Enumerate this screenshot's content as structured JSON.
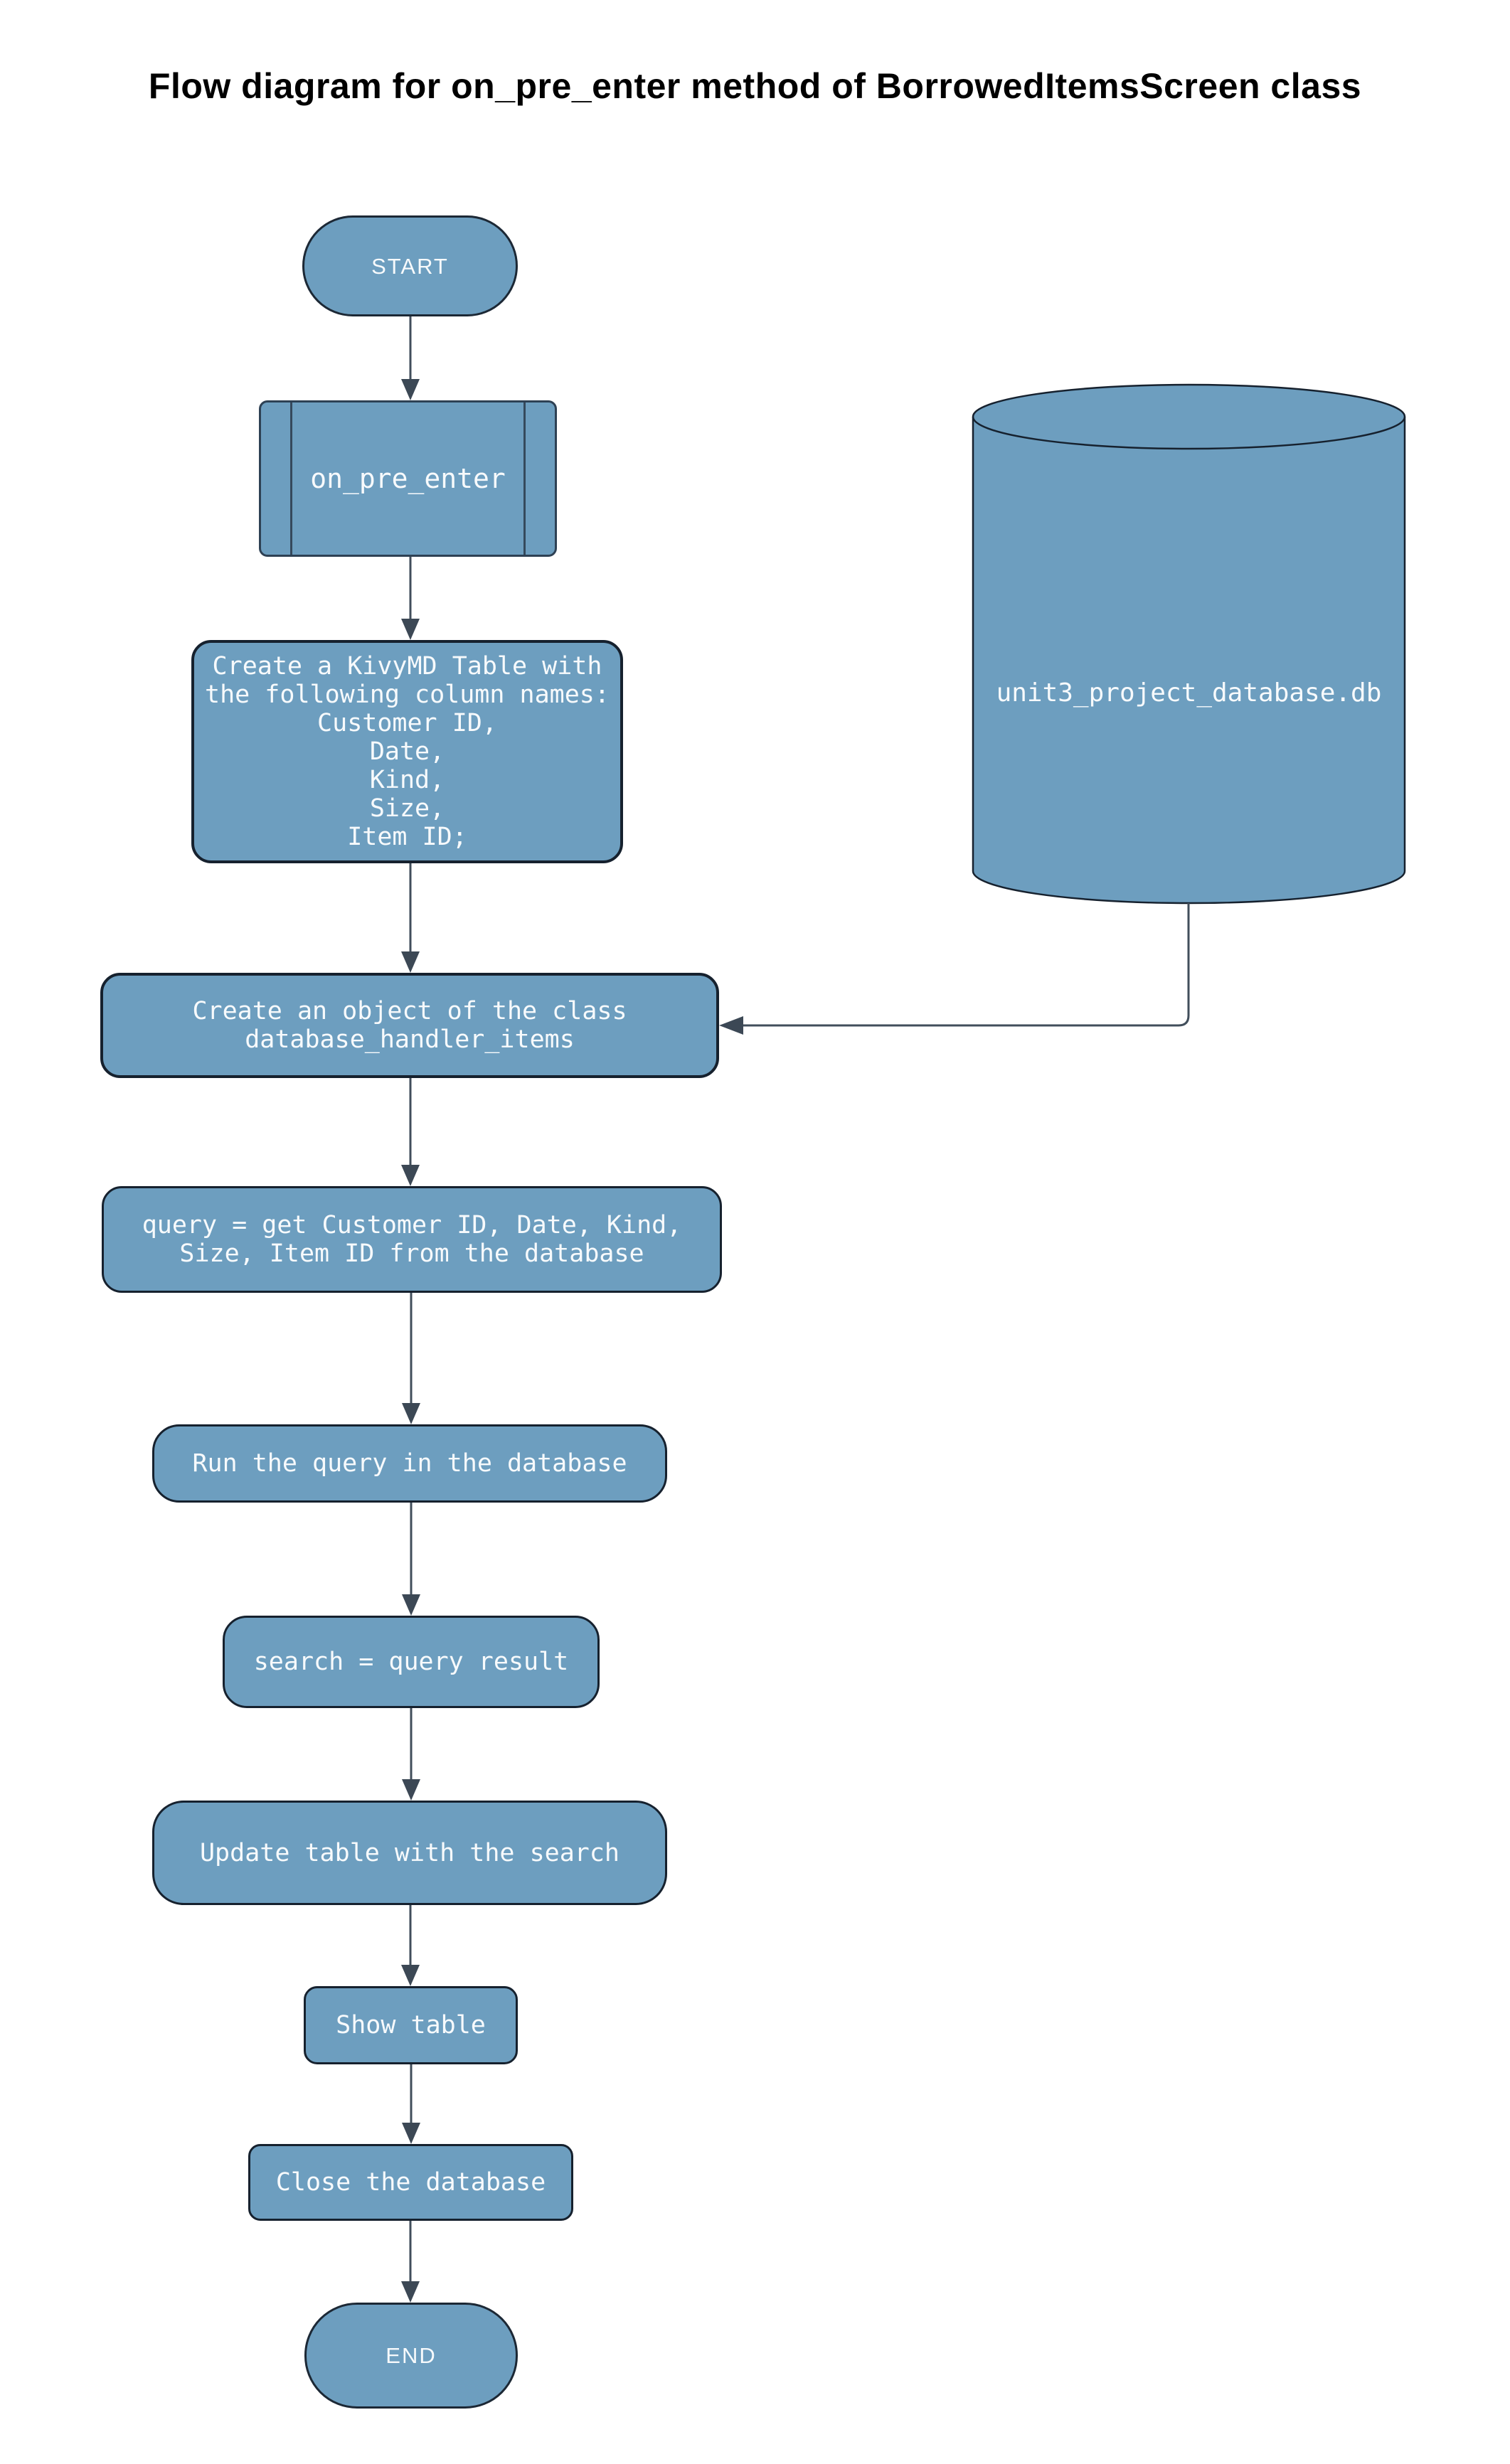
{
  "title": "Flow diagram for on_pre_enter method of BorrowedItemsScreen class",
  "colors": {
    "node_fill": "#6d9ebf",
    "process_border": "#16212e",
    "terminator_border": "#1c2835",
    "subroutine_border": "#2e4154",
    "arrow_line": "#414e5b",
    "arrow_head": "#3c4855",
    "node_text": "#f7fafc",
    "title_text": "#000000",
    "background": "#ffffff"
  },
  "nodes": {
    "start": {
      "type": "terminator",
      "label": "START"
    },
    "on_pre_enter": {
      "type": "subroutine",
      "label": "on_pre_enter"
    },
    "create_table": {
      "type": "process",
      "label": "Create a KivyMD Table with\nthe following column names:\nCustomer ID,\nDate,\nKind,\nSize,\nItem ID;"
    },
    "database": {
      "type": "cylinder",
      "label": "unit3_project_database.db"
    },
    "create_object": {
      "type": "process",
      "label": "Create an object of the class\ndatabase_handler_items"
    },
    "query": {
      "type": "process",
      "label": "query = get Customer ID, Date, Kind,\nSize, Item ID from the database"
    },
    "run_query": {
      "type": "process",
      "label": "Run the query in the database"
    },
    "search_result": {
      "type": "process",
      "label": "search = query result"
    },
    "update_table": {
      "type": "process",
      "label": "Update table with the search"
    },
    "show_table": {
      "type": "process",
      "label": "Show table"
    },
    "close_database": {
      "type": "process",
      "label": "Close the database"
    },
    "end": {
      "type": "terminator",
      "label": "END"
    }
  },
  "edges": [
    {
      "from": "start",
      "to": "on_pre_enter"
    },
    {
      "from": "on_pre_enter",
      "to": "create_table"
    },
    {
      "from": "create_table",
      "to": "create_object"
    },
    {
      "from": "database",
      "to": "create_object"
    },
    {
      "from": "create_object",
      "to": "query"
    },
    {
      "from": "query",
      "to": "run_query"
    },
    {
      "from": "run_query",
      "to": "search_result"
    },
    {
      "from": "search_result",
      "to": "update_table"
    },
    {
      "from": "update_table",
      "to": "show_table"
    },
    {
      "from": "show_table",
      "to": "close_database"
    },
    {
      "from": "close_database",
      "to": "end"
    }
  ]
}
